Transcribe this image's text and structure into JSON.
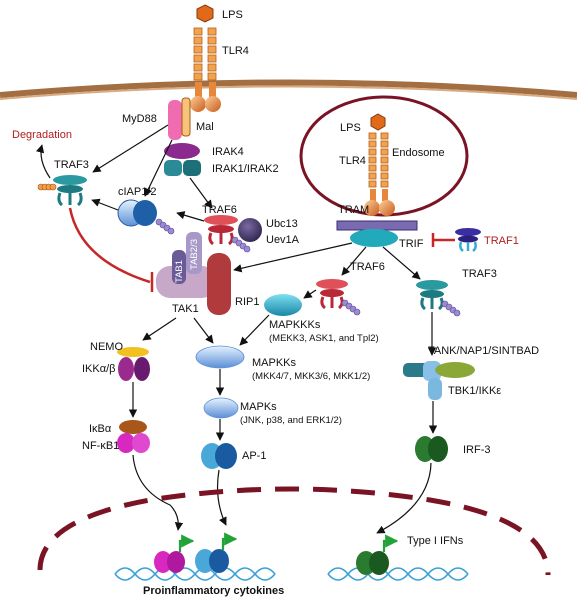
{
  "labels": {
    "lps_top": "LPS",
    "tlr4_top": "TLR4",
    "myd88": "MyD88",
    "mal": "Mal",
    "degradation": "Degradation",
    "traf3_left": "TRAF3",
    "irak4": "IRAK4",
    "irak1_2": "IRAK1/IRAK2",
    "ciap": "cIAP1/2",
    "traf6_left": "TRAF6",
    "ubc13": "Ubc13",
    "uev1a": "Uev1A",
    "tab1": "TAB1",
    "tab23": "TAB2/3",
    "tak1": "TAK1",
    "rip1": "RIP1",
    "lps_endo": "LPS",
    "tlr4_endo": "TLR4",
    "endosome": "Endosome",
    "tram": "TRAM",
    "trif": "TRIF",
    "traf1": "TRAF1",
    "traf6_right": "TRAF6",
    "traf3_right": "TRAF3",
    "mapkkks": "MAPKKKs",
    "mapkkks_sub": "(MEKK3, ASK1, and Tpl2)",
    "mapkks": "MAPKKs",
    "mapkks_sub": "(MKK4/7, MKK3/6, MKK1/2)",
    "mapks": "MAPKs",
    "mapks_sub": "(JNK, p38, and ERK1/2)",
    "ap1": "AP-1",
    "nemo": "NEMO",
    "ikk": "IKKα/β",
    "ikba": "IκBα",
    "nfkb1": "NF-κB1",
    "tank": "TANK/NAP1/SINTBAD",
    "tbk1": "TBK1/IKKε",
    "irf3": "IRF-3",
    "type1_ifns": "Type I IFNs",
    "proinflammatory": "Proinflammatory cytokines"
  },
  "colors": {
    "membrane": "#b07a4a",
    "receptor": "#e8873a",
    "endosome_border": "#7a1424",
    "nuclear_envelope": "#7a1424",
    "inhibit": "#c62828",
    "dna": "#3aa0d8",
    "promoter_arrow": "#22a33a"
  }
}
